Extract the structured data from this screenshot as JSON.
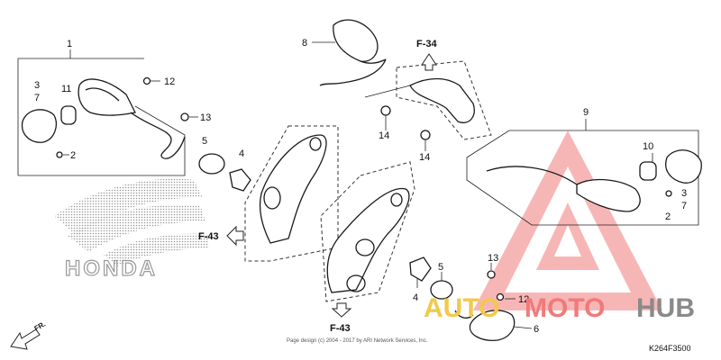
{
  "diagram": {
    "code": "K264F3500",
    "copyright": "Page design (c) 2004 - 2017 by ARI Network Services, Inc.",
    "brand_logo": "HONDA",
    "labels": {
      "p1": "1",
      "p2a": "2",
      "p2b": "2",
      "p3a": "3",
      "p3b": "3",
      "p4a": "4",
      "p4b": "4",
      "p5a": "5",
      "p5b": "5",
      "p6": "6",
      "p7a": "7",
      "p7b": "7",
      "p8": "8",
      "p9": "9",
      "p10": "10",
      "p11": "11",
      "p12a": "12",
      "p12b": "12",
      "p13a": "13",
      "p13b": "13",
      "p14a": "14",
      "p14b": "14"
    },
    "refs": {
      "top": "F-34",
      "left": "F-43",
      "bottom": "F-43"
    },
    "direction": "FR."
  },
  "watermark": {
    "part1": "AUTO",
    "part2": "MOTO",
    "part3": "HUB",
    "color1": "#f2c94c",
    "color2": "#f07a7a",
    "color3": "#8a8a8a"
  }
}
